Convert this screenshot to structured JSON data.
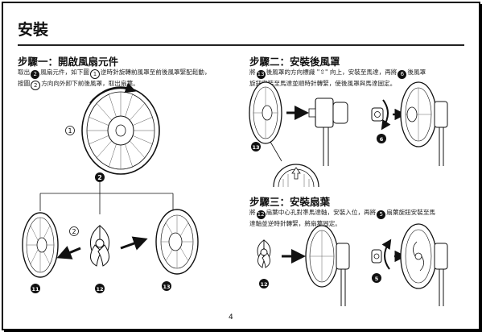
{
  "page": {
    "title": "安裝",
    "number": "4"
  },
  "step1": {
    "title": "步驟一：開啟風扇元件",
    "desc": {
      "l1_a": "取出",
      "l1_b": "風扇元件，如下圖",
      "l1_c": "逆時針旋轉前風罩至前後風罩緊配鬆動，",
      "l2_a": "按圖",
      "l2_b": "方向向外卸下前後風罩，取出扇葉。"
    },
    "badges": {
      "outline_1": "1",
      "outline_2": "2",
      "part_2": "2",
      "part_11": "11",
      "part_12": "12",
      "part_13": "13"
    }
  },
  "step2": {
    "title": "步驟二：安裝後風罩",
    "desc": {
      "l1_a": "將",
      "l1_b": "後風罩的方向標識 \"",
      "l1_c": "\" 向上，安裝至馬達，再將",
      "l1_d": "後風罩",
      "l2": "旋鈕安裝至馬達並順時針轉緊，使後風罩與馬達固定。"
    },
    "badges": {
      "part_13": "13",
      "part_6": "6"
    }
  },
  "step3": {
    "title": "步驟三：安裝扇葉",
    "desc": {
      "l1_a": "將",
      "l1_b": "扇葉中心孔對準馬達軸，安裝入位，再將",
      "l1_c": "扇葉旋鈕安裝至馬",
      "l2": "達軸並逆時針轉緊，將扇葉固定。"
    },
    "badges": {
      "part_12": "12",
      "part_5": "5"
    }
  },
  "colors": {
    "ink": "#111111",
    "border": "#000000",
    "background": "#ffffff"
  }
}
